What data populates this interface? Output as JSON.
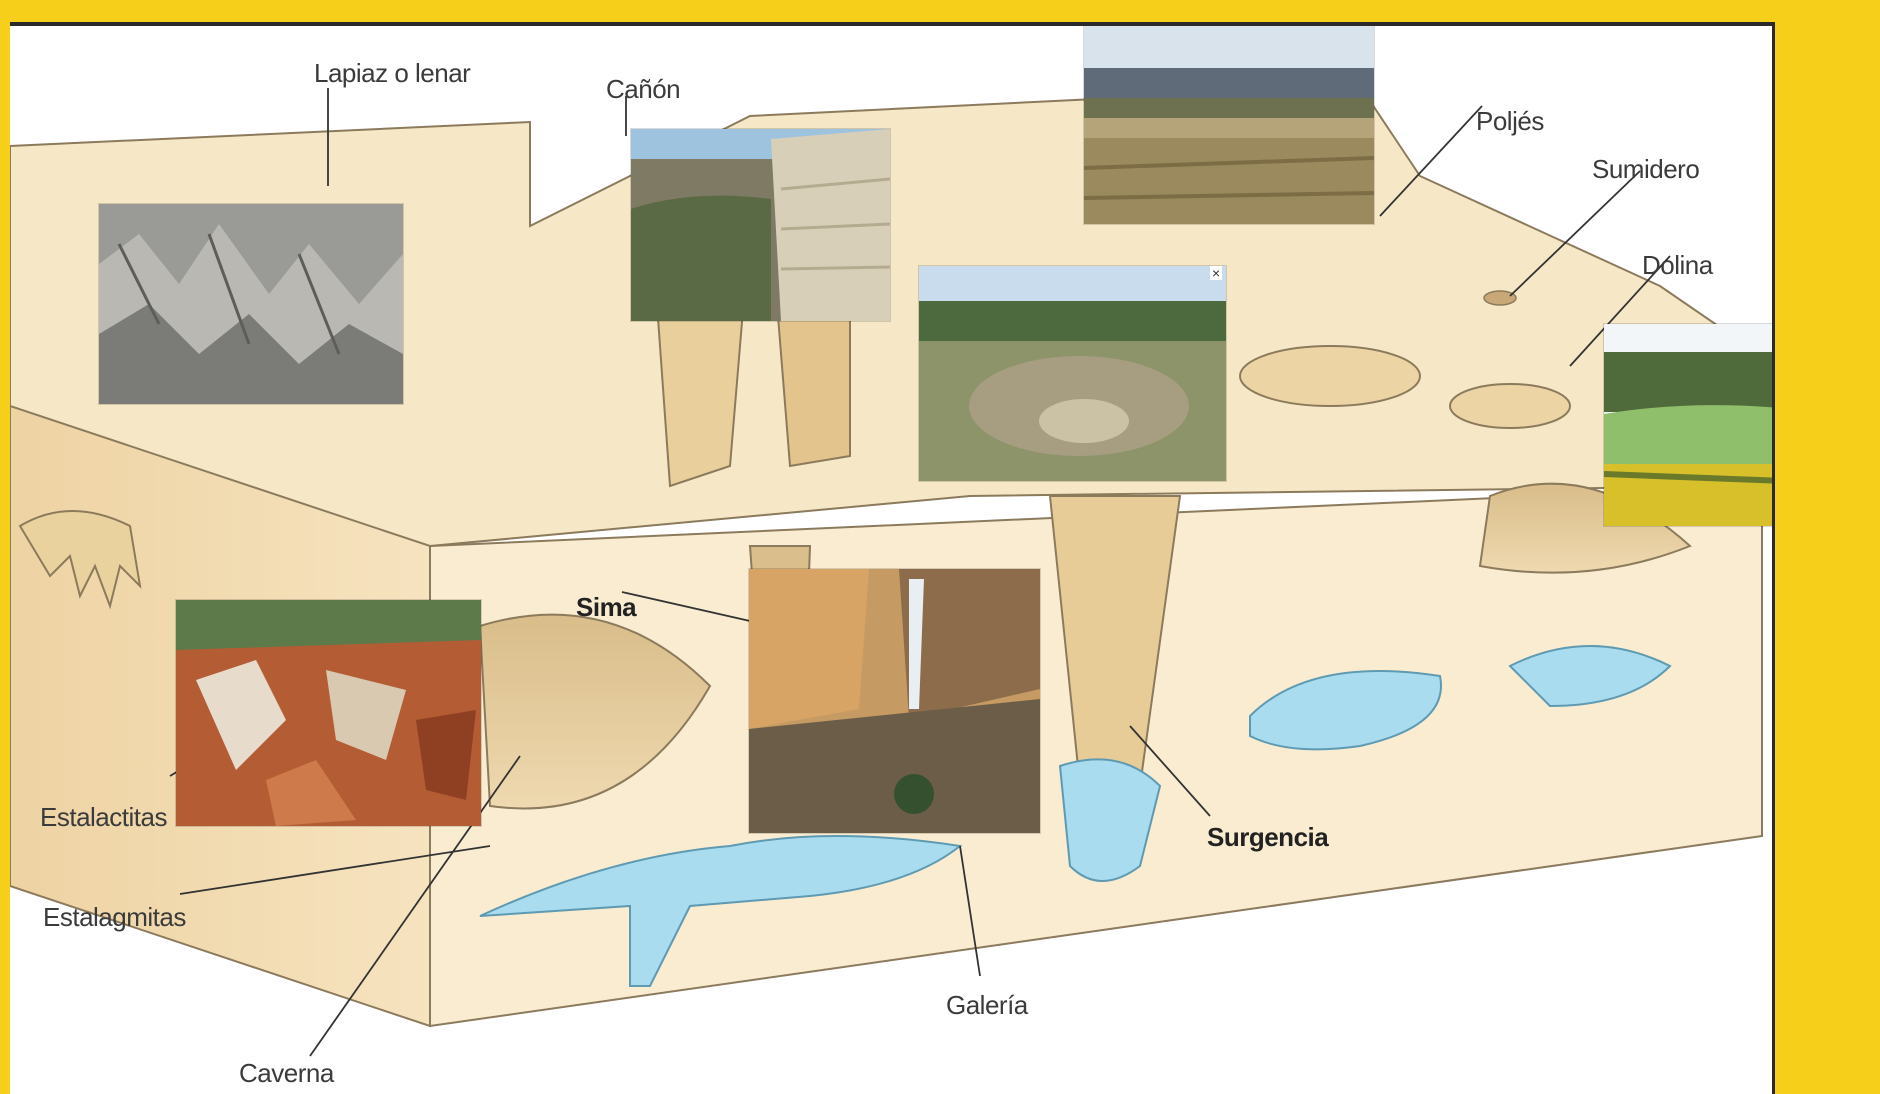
{
  "labels": {
    "lapiaz": "Lapiaz o lenar",
    "canon": "Cañón",
    "poljes": "Poljés",
    "sumidero": "Sumidero",
    "dolina": "Dolina",
    "sima": "Sima",
    "estalactitas": "Estalactitas",
    "estalagmitas": "Estalagmitas",
    "surgencia": "Surgencia",
    "galeria": "Galería",
    "caverna": "Caverna"
  },
  "photos": [
    {
      "icon": "lapiaz-rock-photo"
    },
    {
      "icon": "canyon-photo"
    },
    {
      "icon": "polje-landscape-photo"
    },
    {
      "icon": "dolina-crater-photo"
    },
    {
      "icon": "green-valley-photo"
    },
    {
      "icon": "karst-rock-closeup-photo"
    },
    {
      "icon": "sima-cliff-waterfall-photo"
    }
  ],
  "colors": {
    "frame": "#f6cf1a",
    "rock_top": "#f6e8c6",
    "rock_side": "#f3dcb1",
    "rock_front": "#f9ecd0",
    "water": "#a9dcef"
  }
}
